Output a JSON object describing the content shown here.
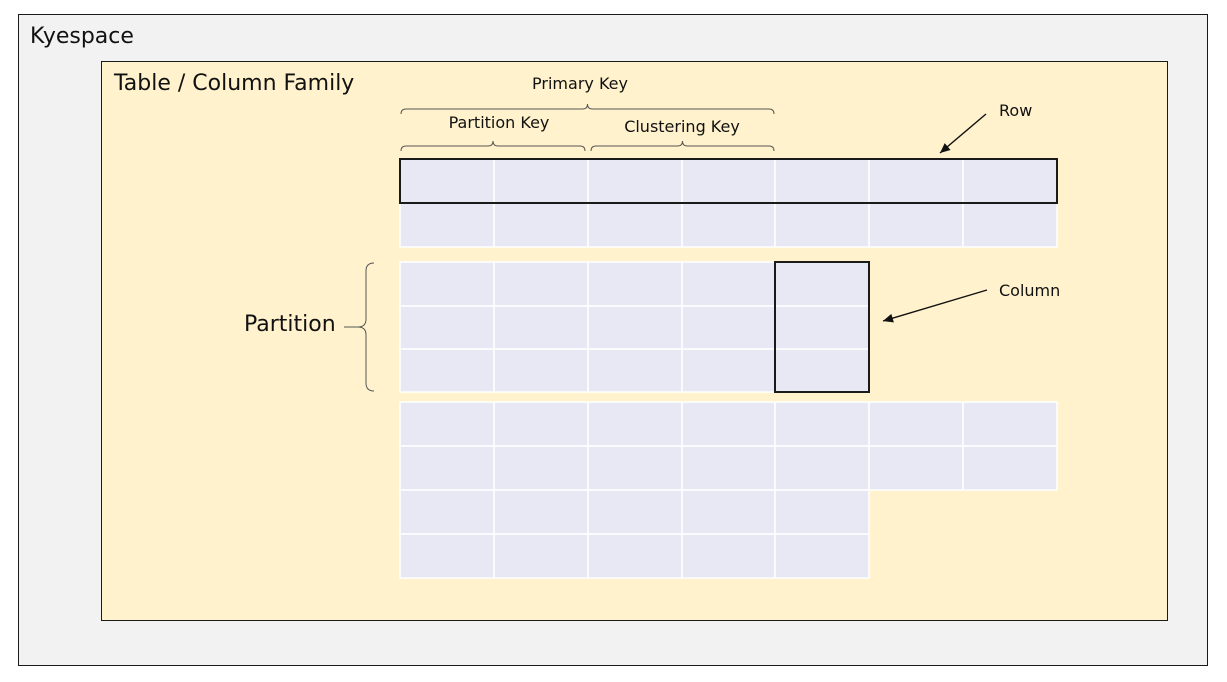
{
  "keyspace_label": "Kyespace",
  "table_label": "Table / Column Family",
  "primary_key_label": "Primary Key",
  "partition_key_label": "Partition Key",
  "clustering_key_label": "Clustering Key",
  "row_label": "Row",
  "column_label": "Column",
  "partition_label": "Partition",
  "colors": {
    "keyspace_fill": "#f2f2f2",
    "table_fill": "#fff2cc",
    "cell_fill": "#e8e8f4",
    "cell_gridline": "#ffffff",
    "outline": "#1a1a1a"
  }
}
